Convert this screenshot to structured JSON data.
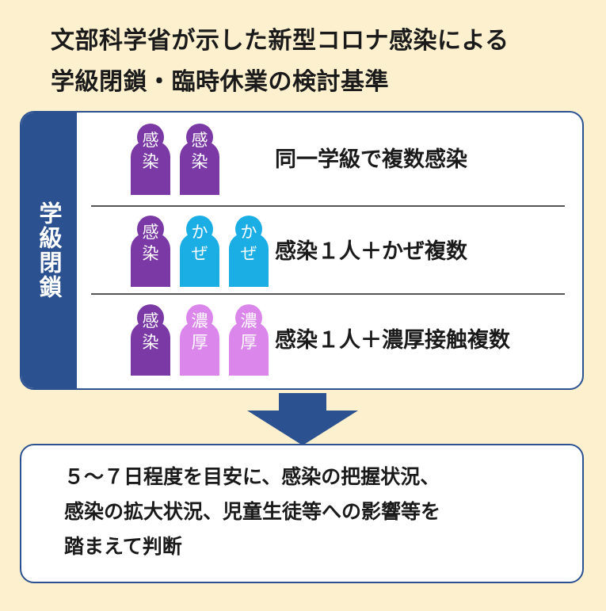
{
  "title": {
    "line1": "文部科学省が示した新型コロナ感染による",
    "line2": "学級閉鎖・臨時休業の検討基準"
  },
  "side_label": "学級閉鎖",
  "rows": [
    {
      "figures": [
        {
          "label": "感\n染",
          "color": "#7a39a4"
        },
        {
          "label": "感\n染",
          "color": "#7a39a4"
        }
      ],
      "text": "同一学級で複数感染"
    },
    {
      "figures": [
        {
          "label": "感\n染",
          "color": "#7a39a4"
        },
        {
          "label": "か\nぜ",
          "color": "#1aaee5"
        },
        {
          "label": "か\nぜ",
          "color": "#1aaee5"
        }
      ],
      "text": "感染１人＋かぜ複数"
    },
    {
      "figures": [
        {
          "label": "感\n染",
          "color": "#7a39a4"
        },
        {
          "label": "濃\n厚",
          "color": "#db86ea"
        },
        {
          "label": "濃\n厚",
          "color": "#db86ea"
        }
      ],
      "text": "感染１人＋濃厚接触複数"
    }
  ],
  "result": {
    "line1": "５～７日程度を目安に、感染の把握状況、",
    "line2": "感染の拡大状況、児童生徒等への影響等を",
    "line3": "踏まえて判断"
  },
  "colors": {
    "background": "#fcf0cf",
    "navy": "#2c5190",
    "purple": "#7a39a4",
    "cyan": "#1aaee5",
    "pink": "#db86ea"
  }
}
